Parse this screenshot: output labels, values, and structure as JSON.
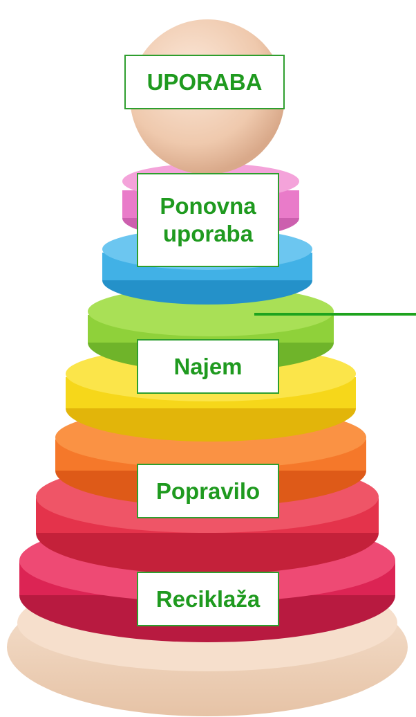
{
  "labels": {
    "uporaba": "UPORABA",
    "ponovna_uporaba": "Ponovna\nuporaba",
    "najem": "Najem",
    "popravilo": "Popravilo",
    "reciklaza": "Reciklaža"
  },
  "colors": {
    "label_text": "#1f9a1f",
    "label_border": "#2e9e2e",
    "ring_pink": "#e97bc9",
    "ring_blue": "#41b1e6",
    "ring_green": "#8fd13a",
    "ring_yellow": "#f6d71a",
    "ring_orange": "#f5782a",
    "ring_red": "#e4334b",
    "ring_crimson": "#dc2454",
    "wood": "#f2d2bd"
  }
}
